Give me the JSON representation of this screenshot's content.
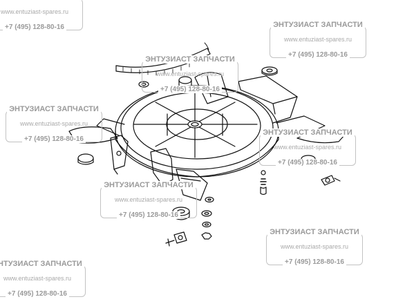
{
  "watermark": {
    "company": "ЭНТУЗИАСТ ЗАПЧАСТИ",
    "website": "www.entuziast-spares.ru",
    "phone": "+7 (495) 128-80-16"
  }
}
